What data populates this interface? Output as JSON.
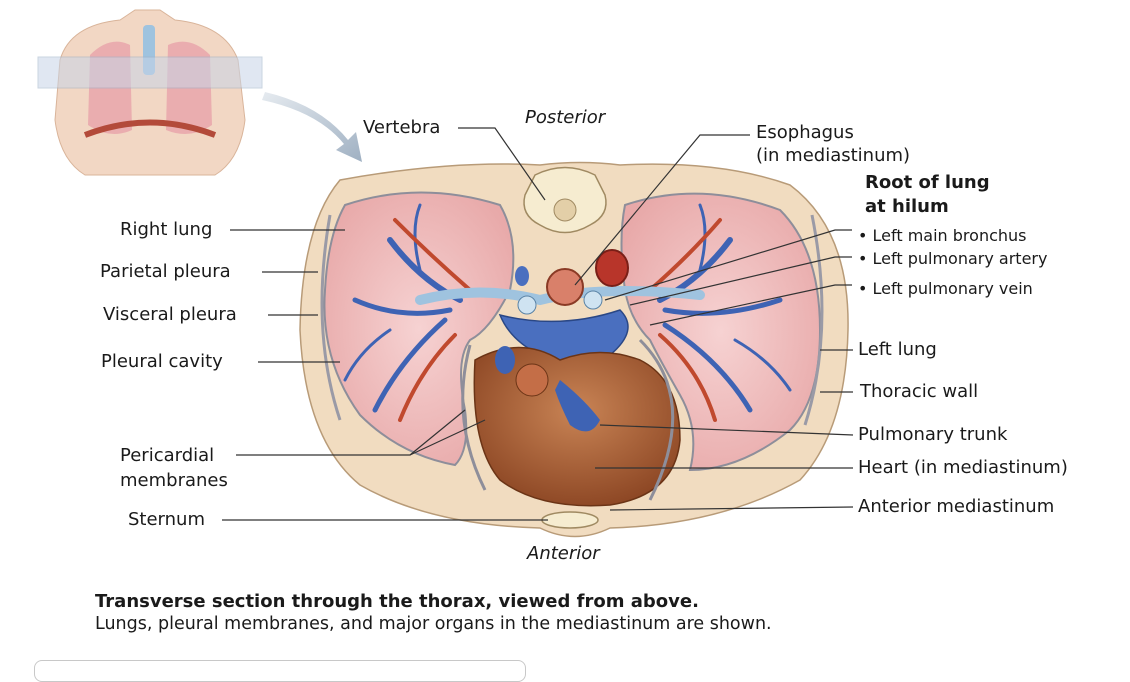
{
  "labels": {
    "posterior": "Posterior",
    "anterior": "Anterior",
    "vertebra": "Vertebra",
    "esophagus_line1": "Esophagus",
    "esophagus_line2": "(in mediastinum)",
    "root_line1": "Root of lung",
    "root_line2": "at hilum",
    "left_main_bronchus": "• Left main bronchus",
    "left_pulmonary_artery": "• Left pulmonary artery",
    "left_pulmonary_vein": "• Left pulmonary vein",
    "right_lung": "Right lung",
    "parietal_pleura": "Parietal pleura",
    "visceral_pleura": "Visceral pleura",
    "pleural_cavity": "Pleural cavity",
    "pericardial_line1": "Pericardial",
    "pericardial_line2": "membranes",
    "sternum": "Sternum",
    "left_lung": "Left lung",
    "thoracic_wall": "Thoracic wall",
    "pulmonary_trunk": "Pulmonary trunk",
    "heart": "Heart (in mediastinum)",
    "anterior_mediastinum": "Anterior mediastinum"
  },
  "caption": {
    "title": "Transverse section through the thorax, viewed from above.",
    "subtitle": "Lungs, pleural membranes, and major organs in the mediastinum are shown."
  },
  "colors": {
    "wall": "#f1dcc0",
    "lung": "#f0c4c4",
    "vein": "#3e63b4",
    "artery": "#c0492e",
    "heart": "#a65a2e",
    "pleura": "#9a9aa6"
  }
}
